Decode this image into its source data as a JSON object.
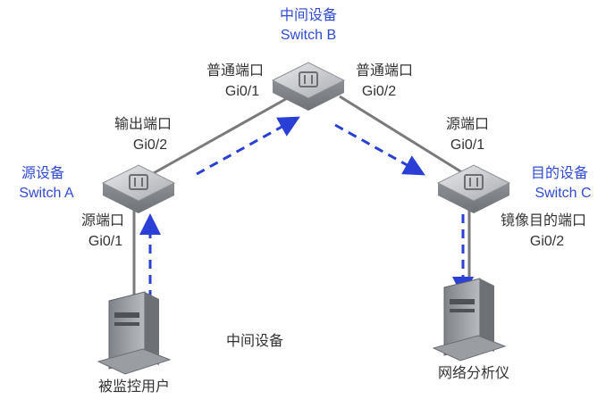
{
  "switch_b": {
    "role": "中间设备",
    "name": "Switch B",
    "left_port_type": "普通端口",
    "left_port": "Gi0/1",
    "right_port_type": "普通端口",
    "right_port": "Gi0/2"
  },
  "switch_a": {
    "role": "源设备",
    "name": "Switch A",
    "out_port_type": "输出端口",
    "out_port": "Gi0/2",
    "src_port_type": "源端口",
    "src_port": "Gi0/1"
  },
  "switch_c": {
    "role": "目的设备",
    "name": "Switch C",
    "src_port_type": "源端口",
    "src_port": "Gi0/1",
    "mirror_port_type": "镜像目的端口",
    "mirror_port": "Gi0/2"
  },
  "monitored_user": "被监控用户",
  "analyzer": "网络分析仪",
  "middle_label": "中间设备",
  "colors": {
    "accent": "#2f4bd0",
    "link": "#7a7a7a",
    "arrow": "#2a3fd6",
    "device": "#b5b8bd"
  },
  "icons": [
    "switch-icon",
    "pc-icon",
    "dashed-arrow"
  ]
}
